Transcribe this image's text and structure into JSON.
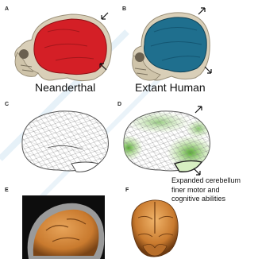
{
  "panels": [
    {
      "letter": "A",
      "caption": "Neanderthal"
    },
    {
      "letter": "B",
      "caption": "Extant Human"
    },
    {
      "letter": "C"
    },
    {
      "letter": "D",
      "annotation": [
        "Expanded cerebellum",
        "finer motor and",
        "cognitive abilities"
      ]
    },
    {
      "letter": "E"
    },
    {
      "letter": "F"
    }
  ],
  "colors": {
    "neanderthal_brain": "#d41f26",
    "human_brain": "#1f6f8e",
    "skull": "#d9cfb8",
    "mesh_line": "#8a8a8a",
    "expansion_green": "#6fbf3a",
    "mri_brain": "#c97a2e",
    "watermark": "#c7dff0"
  }
}
